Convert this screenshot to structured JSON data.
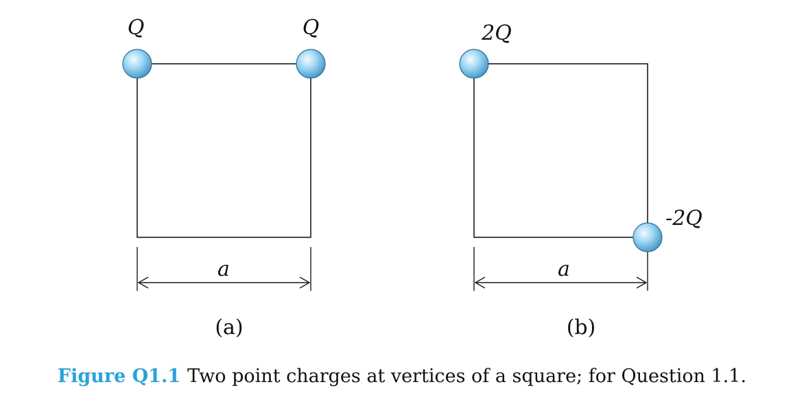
{
  "panels": [
    {
      "id": "a",
      "panel_label": "(a)",
      "dimension_label": "a",
      "charges": [
        {
          "label": "Q",
          "corner": "top-left"
        },
        {
          "label": "Q",
          "corner": "top-right"
        }
      ]
    },
    {
      "id": "b",
      "panel_label": "(b)",
      "dimension_label": "a",
      "charges": [
        {
          "label": "2Q",
          "corner": "top-left"
        },
        {
          "label": "-2Q",
          "corner": "bottom-right"
        }
      ]
    }
  ],
  "caption": {
    "figure_label": "Figure Q1.1",
    "text": "Two point charges at vertices of a square; for Question 1.1."
  },
  "colors": {
    "charge_fill": "#8fd0f3",
    "charge_stroke": "#2c6f94",
    "caption_label": "#2aa3d6"
  }
}
